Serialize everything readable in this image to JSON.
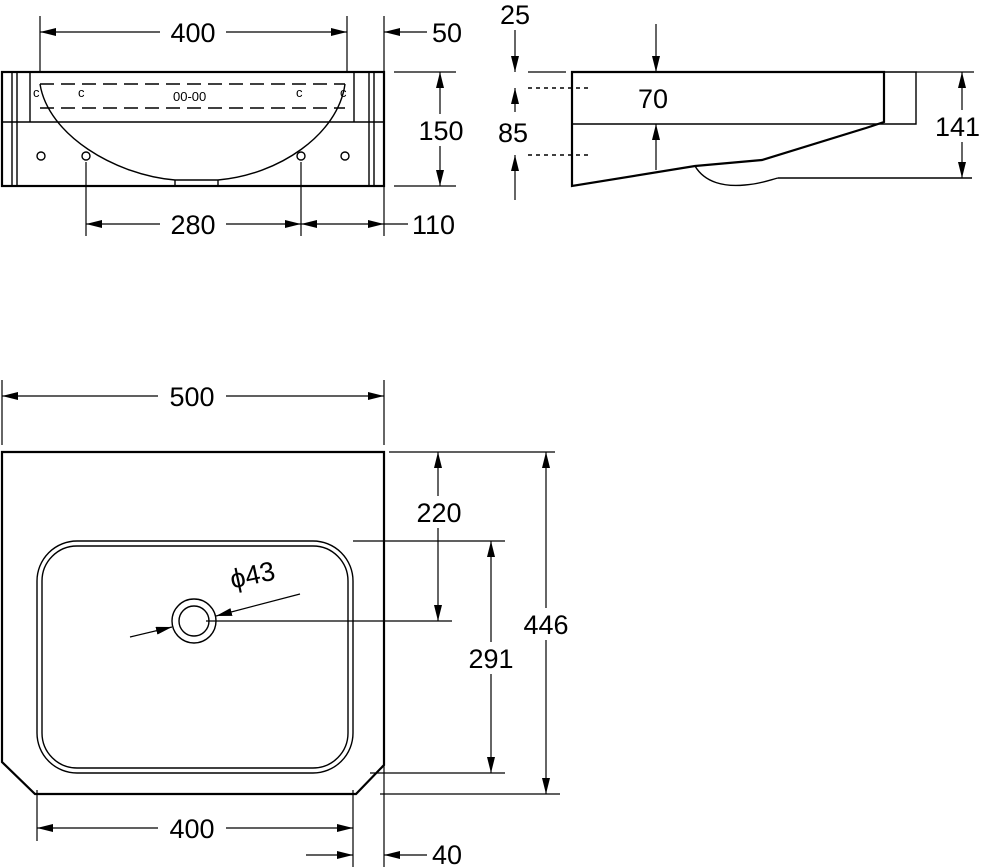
{
  "front_view": {
    "dim_top_width": "400",
    "dim_top_offset": "50",
    "dim_height": "150",
    "dim_holes": "280",
    "dim_holes_offset": "110",
    "brand_mark": "00-00"
  },
  "side_view": {
    "dim_top": "25",
    "dim_rim": "70",
    "dim_lower": "85",
    "dim_total": "141"
  },
  "plan_view": {
    "dim_width": "500",
    "dim_depth": "220",
    "dim_drain": "ϕ43",
    "dim_bowl": "291",
    "dim_total_depth": "446",
    "dim_bowl_width": "400",
    "dim_chamfer": "40"
  }
}
